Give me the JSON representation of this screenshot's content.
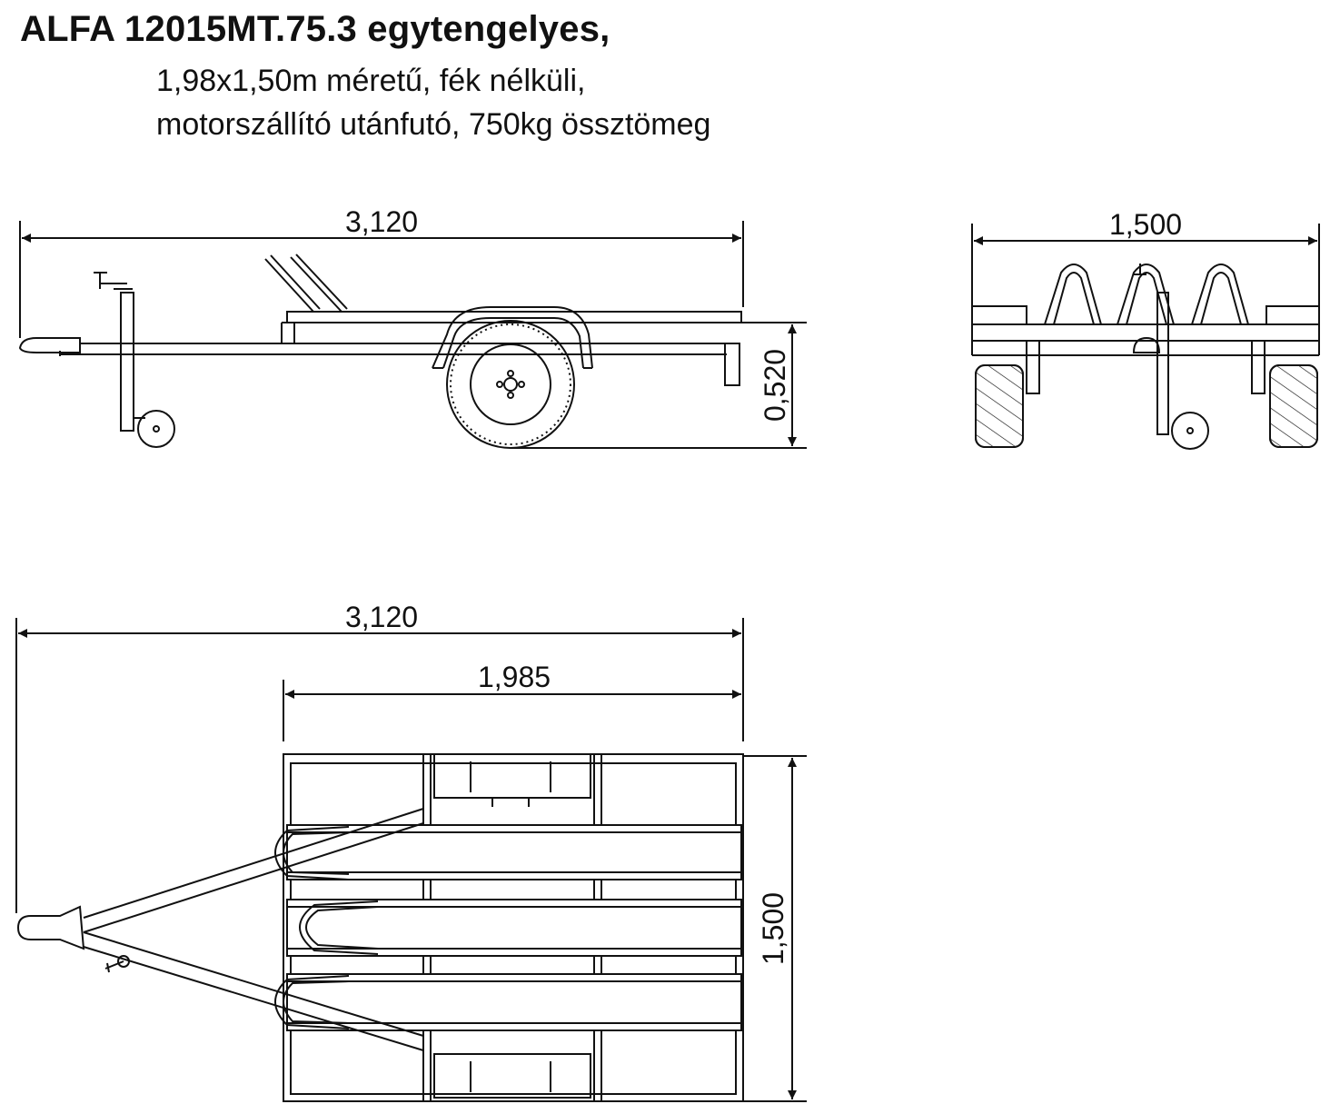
{
  "header": {
    "title": "ALFA 12015MT.75.3 egytengelyes,",
    "subtitle_line1": "1,98x1,50m méretű, fék nélküli,",
    "subtitle_line2": "motorszállító utánfutó, 750kg össztömeg"
  },
  "dimensions": {
    "side_length": "3,120",
    "side_height": "0,520",
    "rear_width": "1,500",
    "top_length": "3,120",
    "top_bed_length": "1,985",
    "top_width": "1,500"
  },
  "colors": {
    "line": "#111111",
    "background": "#ffffff"
  }
}
